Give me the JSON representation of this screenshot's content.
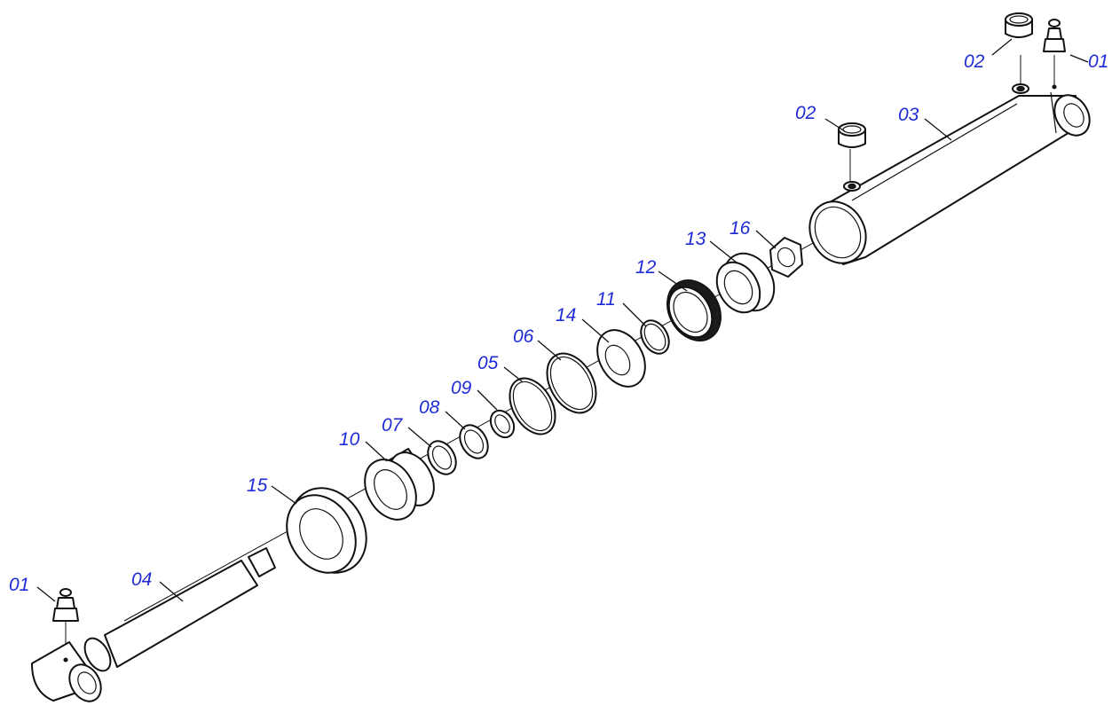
{
  "diagram": {
    "label_color": "#1f2bd6",
    "line_color": "#111111",
    "labels": {
      "p01_top": "01",
      "p02_top": "02",
      "p02_mid": "02",
      "p03": "03",
      "p16": "16",
      "p13": "13",
      "p12": "12",
      "p11": "11",
      "p14": "14",
      "p06": "06",
      "p05": "05",
      "p09": "09",
      "p08": "08",
      "p07": "07",
      "p10": "10",
      "p15": "15",
      "p04": "04",
      "p01_bottom": "01"
    }
  }
}
